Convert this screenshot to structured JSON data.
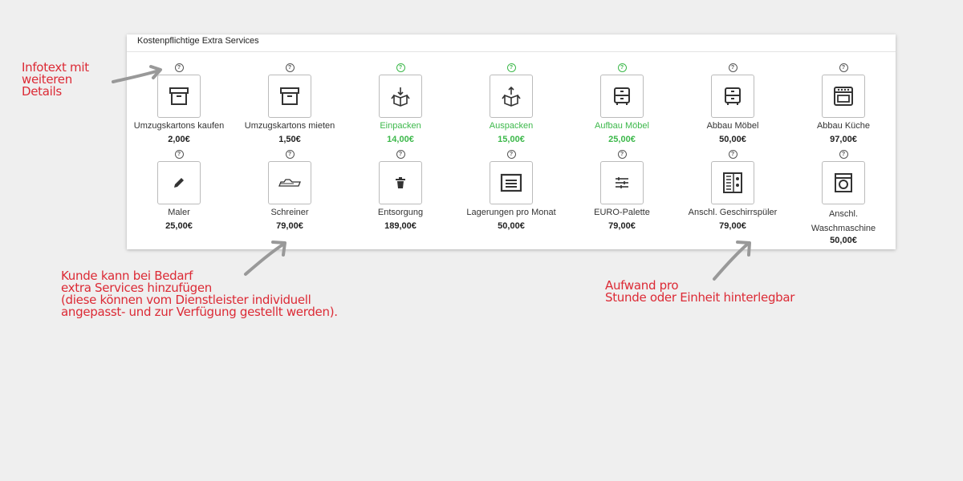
{
  "panel": {
    "title": "Kostenpflichtige Extra Services"
  },
  "services": [
    {
      "name": "Umzugskartons kaufen",
      "price": "2,00€",
      "icon": "box-icon",
      "active": false
    },
    {
      "name": "Umzugskartons mieten",
      "price": "1,50€",
      "icon": "box-icon",
      "active": false
    },
    {
      "name": "Einpacken",
      "price": "14,00€",
      "icon": "pack-in-icon",
      "active": true
    },
    {
      "name": "Auspacken",
      "price": "15,00€",
      "icon": "pack-out-icon",
      "active": true
    },
    {
      "name": "Aufbau Möbel",
      "price": "25,00€",
      "icon": "cabinet-icon",
      "active": true
    },
    {
      "name": "Abbau Möbel",
      "price": "50,00€",
      "icon": "cabinet-icon",
      "active": false
    },
    {
      "name": "Abbau Küche",
      "price": "97,00€",
      "icon": "stove-icon",
      "active": false
    },
    {
      "name": "Maler",
      "price": "25,00€",
      "icon": "pencil-icon",
      "active": false
    },
    {
      "name": "Schreiner",
      "price": "79,00€",
      "icon": "plane-icon",
      "active": false
    },
    {
      "name": "Entsorgung",
      "price": "189,00€",
      "icon": "trash-icon",
      "active": false
    },
    {
      "name": "Lagerungen pro Monat",
      "price": "50,00€",
      "icon": "storage-icon",
      "active": false
    },
    {
      "name": "EURO-Palette",
      "price": "79,00€",
      "icon": "pallet-icon",
      "active": false
    },
    {
      "name": "Anschl. Geschirrspüler",
      "price": "79,00€",
      "icon": "dishwasher-icon",
      "active": false
    },
    {
      "name": "Anschl. Waschmaschine",
      "price": "50,00€",
      "icon": "washing-machine-icon",
      "active": false
    }
  ],
  "info_symbol": "?",
  "annotations": {
    "infotext": [
      "Infotext mit",
      "weiteren",
      "Details"
    ],
    "kunde": [
      "Kunde kann bei Bedarf",
      "extra Services hinzufügen",
      "(diese können vom Dienstleister individuell",
      "angepasst- und zur Verfügung gestellt werden)."
    ],
    "aufwand": [
      "Aufwand pro",
      "Stunde oder Einheit hinterlegbar"
    ]
  },
  "colors": {
    "active": "#3cb84a",
    "annotation": "#dc2a35",
    "background": "#efefef"
  }
}
